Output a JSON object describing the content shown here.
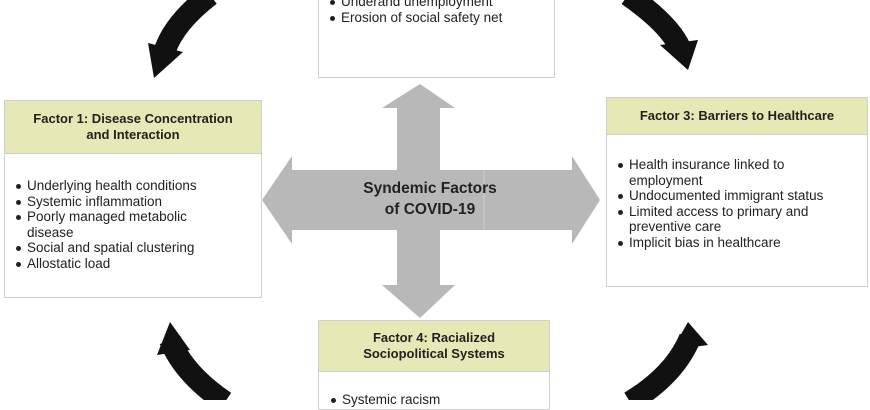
{
  "center": {
    "label": "Syndemic Factors\nof COVID-19"
  },
  "factor1": {
    "title": "Factor 1: Disease Concentration\nand Interaction",
    "items": [
      "Underlying health conditions",
      "Systemic inflammation",
      "Poorly managed metabolic disease",
      "Social and spatial clustering",
      "Allostatic load"
    ]
  },
  "factor2": {
    "items": [
      "Underand unemployment",
      "Erosion of social safety net"
    ]
  },
  "factor3": {
    "title": "Factor 3: Barriers to Healthcare",
    "items": [
      "Health insurance linked to employment",
      "Undocumented immigrant status",
      "Limited access to primary and preventive care",
      "Implicit bias in healthcare"
    ]
  },
  "factor4": {
    "title": "Factor 4: Racialized\nSociopolitical Systems",
    "items": [
      "Systemic racism"
    ]
  },
  "colors": {
    "header_fill": "#e6e8b6",
    "arrow_fill": "#b8b8b8",
    "curved_arrow": "#111111"
  }
}
